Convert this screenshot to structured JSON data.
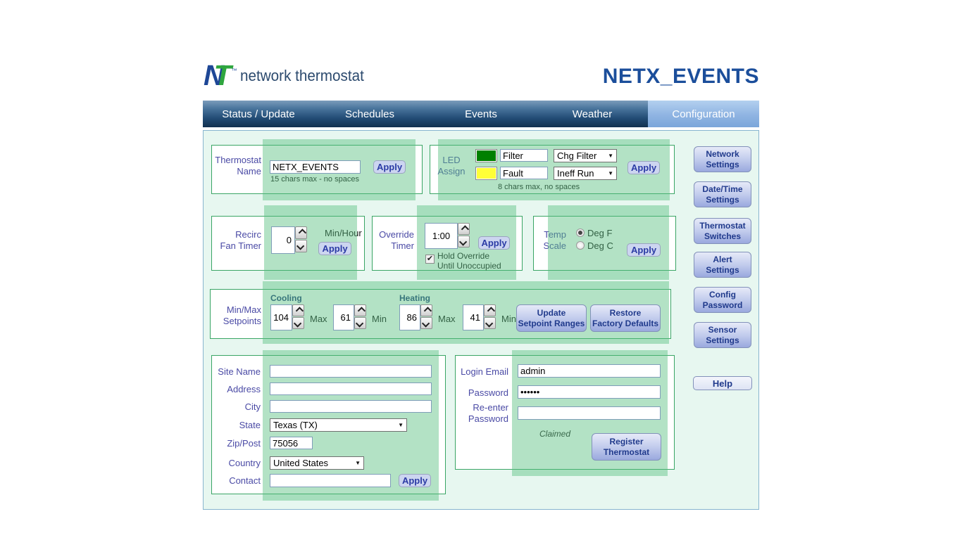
{
  "header": {
    "logo": {
      "mark_n": "N",
      "mark_t": "T",
      "tm": "™",
      "text": "network thermostat"
    },
    "title": "NETX_EVENTS"
  },
  "nav": {
    "tabs": [
      {
        "label": "Status / Update"
      },
      {
        "label": "Schedules"
      },
      {
        "label": "Events"
      },
      {
        "label": "Weather"
      },
      {
        "label": "Configuration"
      }
    ],
    "active_tab": "Configuration"
  },
  "sidebar": {
    "buttons": [
      {
        "line1": "Network",
        "line2": "Settings"
      },
      {
        "line1": "Date/Time",
        "line2": "Settings"
      },
      {
        "line1": "Thermostat",
        "line2": "Switches"
      },
      {
        "line1": "Alert",
        "line2": "Settings"
      },
      {
        "line1": "Config",
        "line2": "Password"
      },
      {
        "line1": "Sensor",
        "line2": "Settings"
      }
    ],
    "help_label": "Help"
  },
  "thermostat_name": {
    "label_line1": "Thermostat",
    "label_line2": "Name",
    "value": "NETX_EVENTS",
    "hint": "15 chars max - no spaces",
    "apply_label": "Apply"
  },
  "led_assign": {
    "label_line1": "LED",
    "label_line2": "Assign",
    "rows": [
      {
        "swatch_color": "#008000",
        "name_value": "Filter",
        "select_value": "Chg Filter"
      },
      {
        "swatch_color": "#ffff37",
        "name_value": "Fault",
        "select_value": "Ineff Run"
      }
    ],
    "hint": "8 chars max, no spaces",
    "apply_label": "Apply"
  },
  "recirc_fan_timer": {
    "label_line1": "Recirc",
    "label_line2": "Fan Timer",
    "value": "0",
    "unit": "Min/Hour",
    "apply_label": "Apply"
  },
  "override_timer": {
    "label_line1": "Override",
    "label_line2": "Timer",
    "value": "1:00",
    "apply_label": "Apply",
    "hold_line1": "Hold Override",
    "hold_line2": "Until Unoccupied",
    "hold_checked": true
  },
  "temp_scale": {
    "label_line1": "Temp",
    "label_line2": "Scale",
    "options": [
      {
        "label": "Deg F",
        "selected": true
      },
      {
        "label": "Deg C",
        "selected": false
      }
    ],
    "apply_label": "Apply"
  },
  "setpoints": {
    "label_line1": "Min/Max",
    "label_line2": "Setpoints",
    "cooling_header": "Cooling",
    "heating_header": "Heating",
    "cooling_max": "104",
    "cooling_min": "61",
    "heating_max": "86",
    "heating_min": "41",
    "max_label": "Max",
    "min_label": "Min",
    "update_line1": "Update",
    "update_line2": "Setpoint Ranges",
    "restore_line1": "Restore",
    "restore_line2": "Factory Defaults"
  },
  "site": {
    "site_name_label": "Site Name",
    "site_name_value": "",
    "address_label": "Address",
    "address_value": "",
    "city_label": "City",
    "city_value": "",
    "state_label": "State",
    "state_value": "Texas (TX)",
    "zip_label": "Zip/Post",
    "zip_value": "75056",
    "country_label": "Country",
    "country_value": "United States",
    "contact_label": "Contact",
    "contact_value": "",
    "apply_label": "Apply"
  },
  "registration": {
    "email_label": "Login Email",
    "email_value": "admin",
    "password_label": "Password",
    "password_value": "••••••",
    "reenter_line1": "Re-enter",
    "reenter_line2": "Password",
    "reenter_value": "",
    "status": "Claimed",
    "register_line1": "Register",
    "register_line2": "Thermostat"
  },
  "icons": {
    "select_arrow": "▼",
    "checkmark": "✔"
  },
  "colors": {
    "led_on": "#008000",
    "led_fault": "#ffff37",
    "highlight_green": "rgba(86,190,126,0.45)",
    "accent_blue": "#1b4e9b",
    "section_border_green": "#3aa565"
  }
}
